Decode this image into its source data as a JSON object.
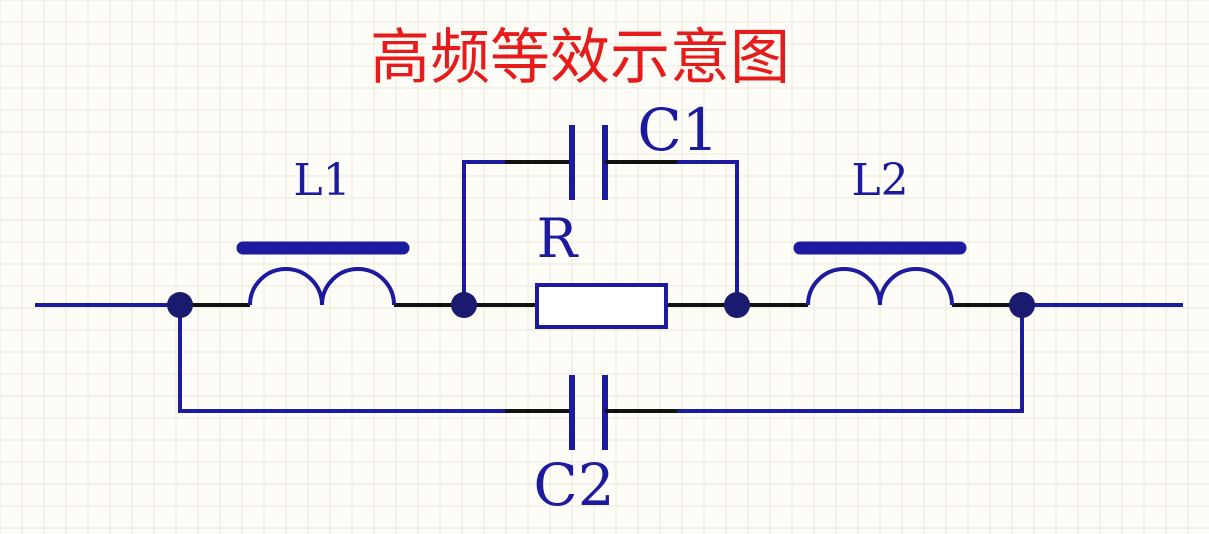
{
  "title": "高频等效示意图",
  "labels": {
    "l1": "L1",
    "l2": "L2",
    "c1": "C1",
    "c2": "C2",
    "r": "R"
  },
  "colors": {
    "background": "#fdfcf6",
    "grid": "#ece9dc",
    "wire": "#1c1a9e",
    "lead": "#111111",
    "node": "#1a1a6e",
    "title": "#e61c1c"
  }
}
